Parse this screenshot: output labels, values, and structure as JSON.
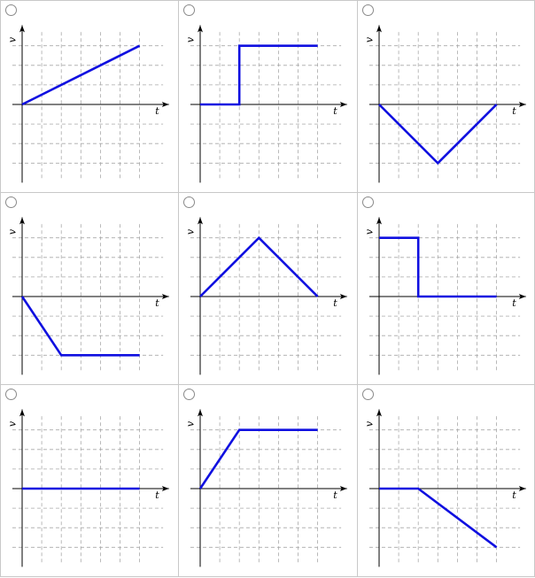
{
  "chart_data": [
    {
      "type": "line",
      "x": [
        0,
        6
      ],
      "y": [
        0,
        3
      ],
      "xlabel": "t",
      "ylabel": "v",
      "xlim": [
        -0.5,
        7.5
      ],
      "ylim": [
        -4,
        4
      ],
      "grid": true,
      "line_color": "#1010e0"
    },
    {
      "type": "line",
      "x": [
        0,
        2,
        2,
        6
      ],
      "y": [
        0,
        0,
        3,
        3
      ],
      "xlabel": "t",
      "ylabel": "v",
      "xlim": [
        -0.5,
        7.5
      ],
      "ylim": [
        -4,
        4
      ],
      "grid": true,
      "line_color": "#1010e0"
    },
    {
      "type": "line",
      "x": [
        0,
        3,
        6
      ],
      "y": [
        0,
        -3,
        0
      ],
      "xlabel": "t",
      "ylabel": "v",
      "xlim": [
        -0.5,
        7.5
      ],
      "ylim": [
        -4,
        4
      ],
      "grid": true,
      "line_color": "#1010e0"
    },
    {
      "type": "line",
      "x": [
        0,
        2,
        6
      ],
      "y": [
        0,
        -3,
        -3
      ],
      "xlabel": "t",
      "ylabel": "v",
      "xlim": [
        -0.5,
        7.5
      ],
      "ylim": [
        -4,
        4
      ],
      "grid": true,
      "line_color": "#1010e0"
    },
    {
      "type": "line",
      "x": [
        0,
        3,
        6
      ],
      "y": [
        0,
        3,
        0
      ],
      "xlabel": "t",
      "ylabel": "v",
      "xlim": [
        -0.5,
        7.5
      ],
      "ylim": [
        -4,
        4
      ],
      "grid": true,
      "line_color": "#1010e0"
    },
    {
      "type": "line",
      "x": [
        0,
        2,
        2,
        6
      ],
      "y": [
        3,
        3,
        0,
        0
      ],
      "xlabel": "t",
      "ylabel": "v",
      "xlim": [
        -0.5,
        7.5
      ],
      "ylim": [
        -4,
        4
      ],
      "grid": true,
      "line_color": "#1010e0"
    },
    {
      "type": "line",
      "x": [
        0,
        6
      ],
      "y": [
        0,
        0
      ],
      "xlabel": "t",
      "ylabel": "v",
      "xlim": [
        -0.5,
        7.5
      ],
      "ylim": [
        -4,
        4
      ],
      "grid": true,
      "line_color": "#1010e0"
    },
    {
      "type": "line",
      "x": [
        0,
        2,
        6
      ],
      "y": [
        0,
        3,
        3
      ],
      "xlabel": "t",
      "ylabel": "v",
      "xlim": [
        -0.5,
        7.5
      ],
      "ylim": [
        -4,
        4
      ],
      "grid": true,
      "line_color": "#1010e0"
    },
    {
      "type": "line",
      "x": [
        0,
        2,
        6
      ],
      "y": [
        0,
        0,
        -3
      ],
      "xlabel": "t",
      "ylabel": "v",
      "xlim": [
        -0.5,
        7.5
      ],
      "ylim": [
        -4,
        4
      ],
      "grid": true,
      "line_color": "#1010e0"
    }
  ]
}
